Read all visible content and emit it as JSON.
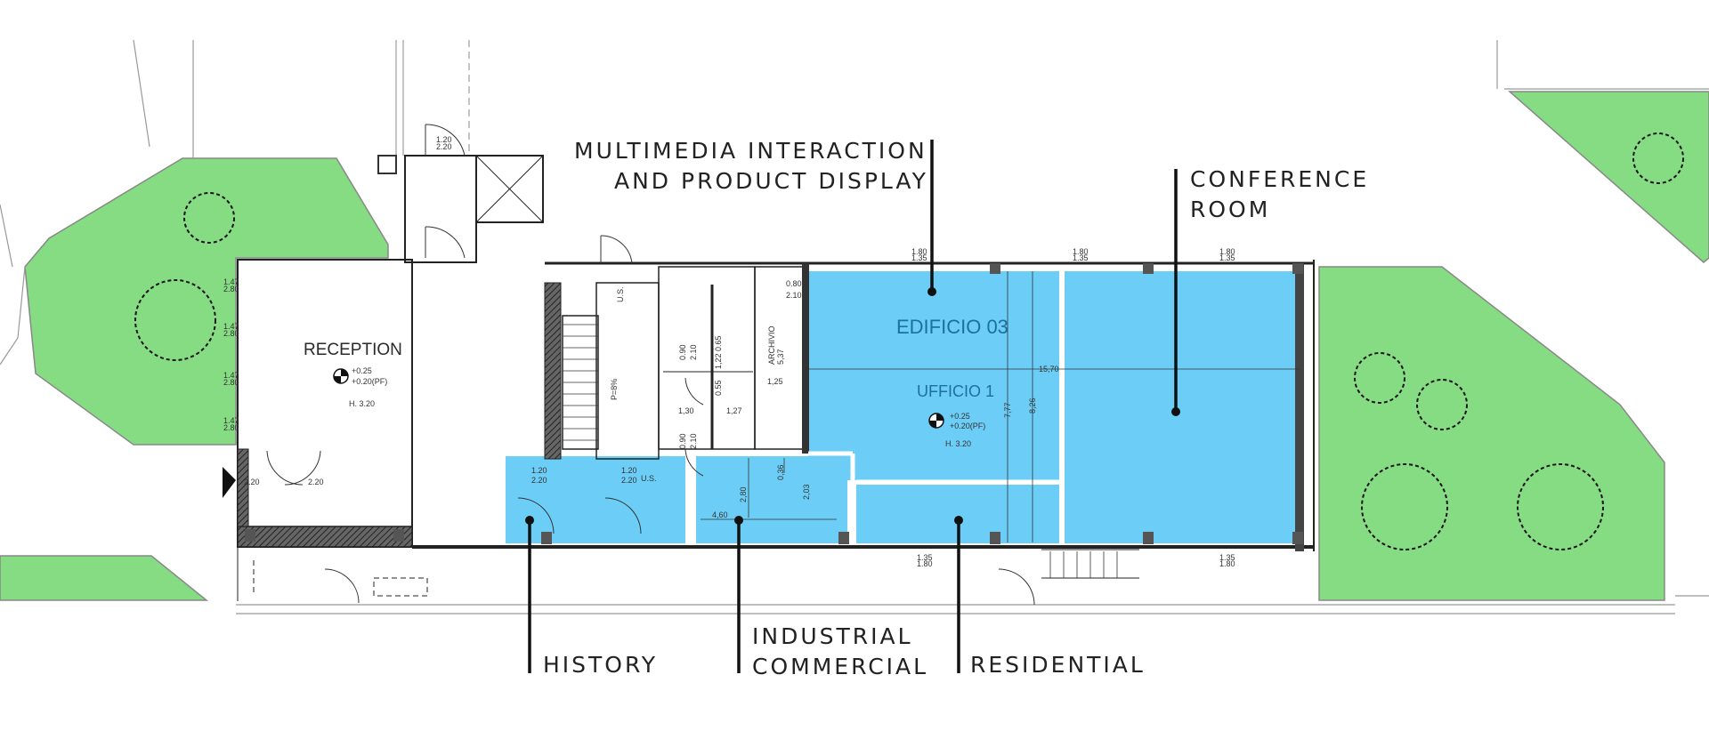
{
  "callouts": {
    "multimedia_line1": "MULTIMEDIA INTERACTION",
    "multimedia_line2": "AND PRODUCT DISPLAY",
    "conference_line1": "CONFERENCE",
    "conference_line2": "ROOM",
    "history": "HISTORY",
    "industrial_line1": "INDUSTRIAL",
    "industrial_line2": "COMMERCIAL",
    "residential": "RESIDENTIAL"
  },
  "rooms": {
    "reception": "RECEPTION",
    "reception_level1": "+0.25",
    "reception_level2": "+0.20(PF)",
    "reception_height": "H. 3.20",
    "edificio": "EDIFICIO 03",
    "ufficio": "UFFICIO 1",
    "ufficio_level1": "+0.25",
    "ufficio_level2": "+0.20(PF)",
    "ufficio_height": "H. 3.20",
    "archivio": "ARCHIVIO",
    "us_stair": "U.S.",
    "us_lower": "U.S.",
    "ramp": "P=8%"
  },
  "dimensions": {
    "width_total": "15,70",
    "height_1": "7,77",
    "height_2": "8,26",
    "archivio_h": "5,37",
    "archivio_w": "1,25",
    "wc_1": "1,30",
    "wc_2": "1,27",
    "door_080": "0.80",
    "door_210": "2.10",
    "door_090a": "0.90",
    "door_210a": "2.10",
    "door_090b": "0.90",
    "door_210b": "2.10",
    "hist_door1": "1.20",
    "hist_door1b": "2.20",
    "hist_door2": "1.20",
    "hist_door2b": "2.20",
    "ind_460": "4,60",
    "ind_280": "2,80",
    "ind_203": "2,03",
    "ind_036": "0,36",
    "rec_door1": "2.20",
    "rec_door2": "2.20",
    "win_147": "1.47",
    "win_280": "2.80",
    "win_135": "1.35",
    "win_180": "1.80",
    "top_120": "1.20",
    "top_220": "2.20",
    "wc_122": "1,22",
    "wc_065": "0.65",
    "wc_055": "0.55"
  },
  "colors": {
    "room_fill": "#6ccef7",
    "garden_fill": "#86dc83",
    "wall": "#333333",
    "hatch": "#555555"
  }
}
